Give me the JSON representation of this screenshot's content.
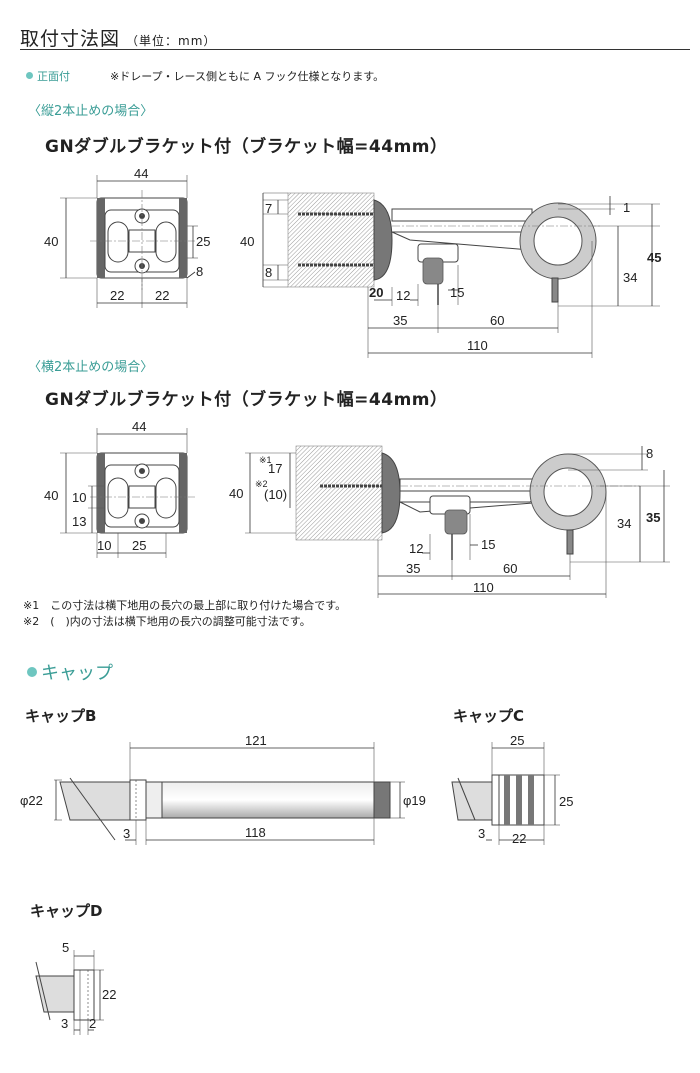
{
  "title": "取付寸法図",
  "title_unit": "（単位：mm）",
  "mount_label": "正面付",
  "mount_note": "※ドレープ・レース側ともに A フック仕様となります。",
  "cases": [
    {
      "label": "〈縦2本止めの場合〉",
      "heading": "GNダブルブラケット付（ブラケット幅=44mm）",
      "front_dims": {
        "width": "44",
        "height": "40",
        "right": "25",
        "bottom_small": "8",
        "left_bottom": "22",
        "right_bottom": "22"
      },
      "side_dims": {
        "top_screw": "7",
        "height": "40",
        "bottom_screw": "8",
        "base": "20",
        "runner_offset": "12",
        "runner_drop": "15",
        "dist_a": "35",
        "dist_b": "60",
        "total": "110",
        "gap_top": "1",
        "rod_height": "34",
        "total_height": "45"
      }
    },
    {
      "label": "〈横2本止めの場合〉",
      "heading": "GNダブルブラケット付（ブラケット幅=44mm）",
      "front_dims": {
        "width": "44",
        "height": "40",
        "upper": "10",
        "lower": "13",
        "left_bottom": "10",
        "right_bottom": "25"
      },
      "side_dims": {
        "note1": "※1",
        "upper": "17",
        "note2": "※2",
        "lower": "(10)",
        "height": "40",
        "runner_offset": "12",
        "runner_drop": "15",
        "dist_a": "35",
        "dist_b": "60",
        "total": "110",
        "gap_top": "8",
        "rod_height": "34",
        "total_height": "35"
      }
    }
  ],
  "footnotes": [
    "※1　この寸法は横下地用の長穴の最上部に取り付けた場合です。",
    "※2　(　)内の寸法は横下地用の長穴の調整可能寸法です。"
  ],
  "cap_section": "キャップ",
  "caps": {
    "B": {
      "label": "キャップB",
      "total": "121",
      "rod": "118",
      "thickness": "3",
      "diameter_left": "φ22",
      "diameter_right": "φ19"
    },
    "C": {
      "label": "キャップC",
      "width": "25",
      "height": "25",
      "thickness": "3",
      "body": "22"
    },
    "D": {
      "label": "キャップD",
      "width": "5",
      "height": "22",
      "left": "3",
      "right": "2"
    }
  }
}
